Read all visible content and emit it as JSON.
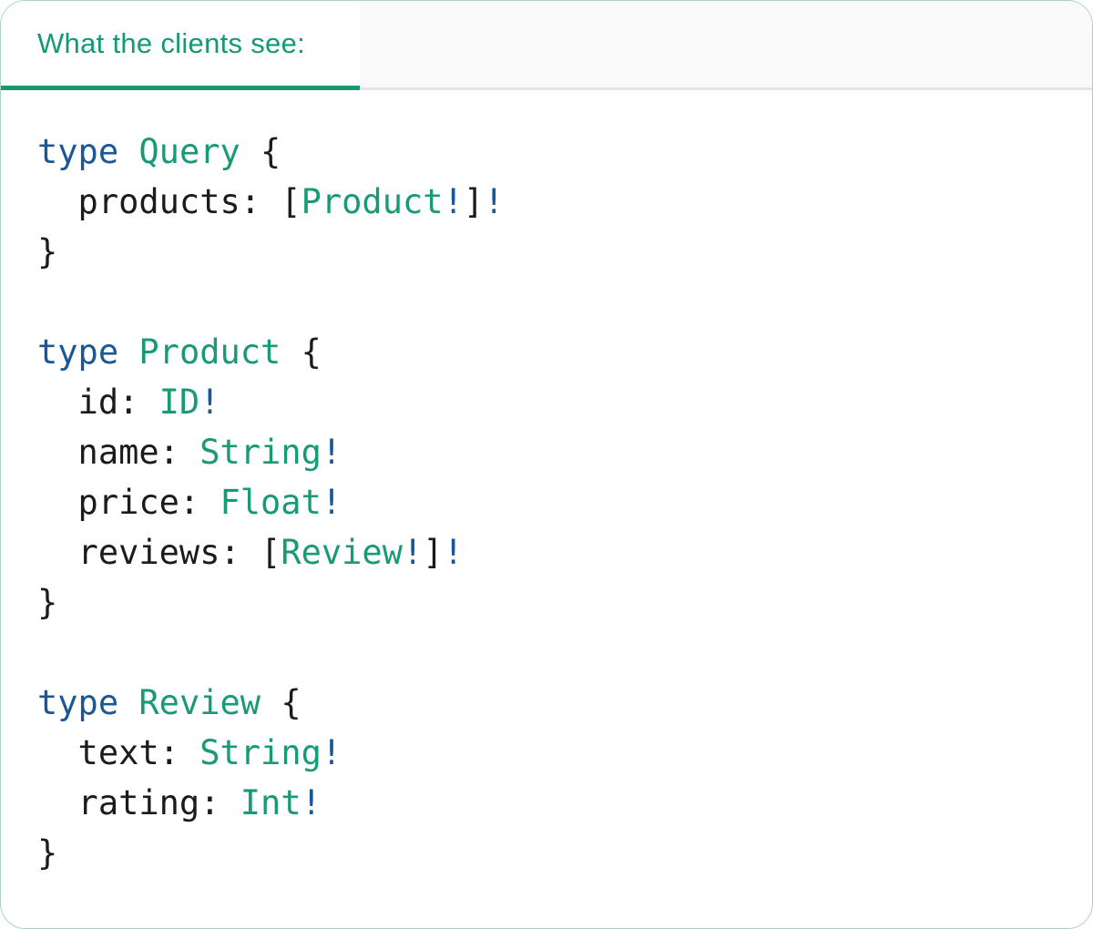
{
  "header": {
    "tab_label": "What the clients see:"
  },
  "colors": {
    "tab_green": "#159974",
    "type_green": "#189A76",
    "keyword_blue": "#1A5795",
    "code_text": "#1A1B1E",
    "divider_gray": "#E5E5E7",
    "header_bg": "#FAFAFA",
    "card_border": "#A9D2BF",
    "card_bg": "#FFFFFF"
  },
  "code": {
    "lines": [
      [
        {
          "t": "type",
          "c": "kw"
        },
        {
          "t": " ",
          "c": "pl"
        },
        {
          "t": "Query",
          "c": "tn"
        },
        {
          "t": " {",
          "c": "pl"
        }
      ],
      [
        {
          "t": "  products: [",
          "c": "pl"
        },
        {
          "t": "Product",
          "c": "tn"
        },
        {
          "t": "!",
          "c": "kw"
        },
        {
          "t": "]",
          "c": "pl"
        },
        {
          "t": "!",
          "c": "kw"
        }
      ],
      [
        {
          "t": "}",
          "c": "pl"
        }
      ],
      [],
      [
        {
          "t": "type",
          "c": "kw"
        },
        {
          "t": " ",
          "c": "pl"
        },
        {
          "t": "Product",
          "c": "tn"
        },
        {
          "t": " {",
          "c": "pl"
        }
      ],
      [
        {
          "t": "  id: ",
          "c": "pl"
        },
        {
          "t": "ID",
          "c": "tn"
        },
        {
          "t": "!",
          "c": "kw"
        }
      ],
      [
        {
          "t": "  name: ",
          "c": "pl"
        },
        {
          "t": "String",
          "c": "tn"
        },
        {
          "t": "!",
          "c": "kw"
        }
      ],
      [
        {
          "t": "  price: ",
          "c": "pl"
        },
        {
          "t": "Float",
          "c": "tn"
        },
        {
          "t": "!",
          "c": "kw"
        }
      ],
      [
        {
          "t": "  reviews: [",
          "c": "pl"
        },
        {
          "t": "Review",
          "c": "tn"
        },
        {
          "t": "!",
          "c": "kw"
        },
        {
          "t": "]",
          "c": "pl"
        },
        {
          "t": "!",
          "c": "kw"
        }
      ],
      [
        {
          "t": "}",
          "c": "pl"
        }
      ],
      [],
      [
        {
          "t": "type",
          "c": "kw"
        },
        {
          "t": " ",
          "c": "pl"
        },
        {
          "t": "Review",
          "c": "tn"
        },
        {
          "t": " {",
          "c": "pl"
        }
      ],
      [
        {
          "t": "  text: ",
          "c": "pl"
        },
        {
          "t": "String",
          "c": "tn"
        },
        {
          "t": "!",
          "c": "kw"
        }
      ],
      [
        {
          "t": "  rating: ",
          "c": "pl"
        },
        {
          "t": "Int",
          "c": "tn"
        },
        {
          "t": "!",
          "c": "kw"
        }
      ],
      [
        {
          "t": "}",
          "c": "pl"
        }
      ]
    ]
  }
}
